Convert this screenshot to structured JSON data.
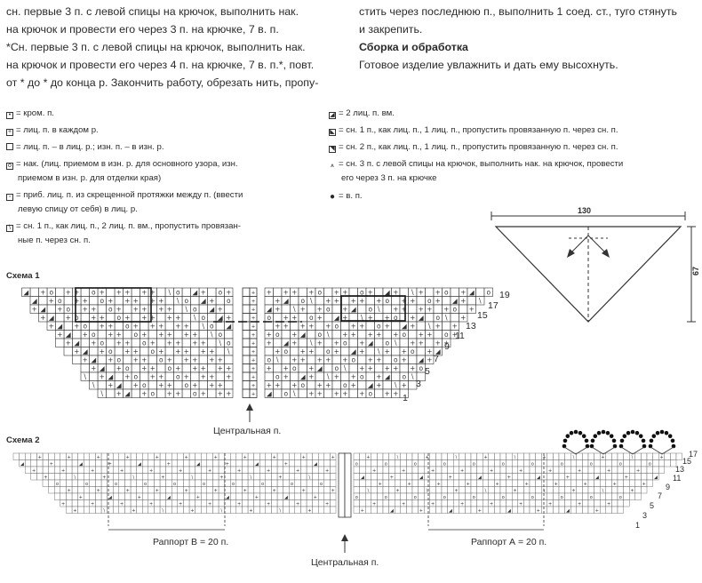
{
  "text": {
    "col1": [
      "сн. первые 3 п. с левой спицы на крючок, выполнить нак.",
      "на крючок и провести его через 3 п. на крючке, 7 в. п.",
      "*Сн. первые 3 п. с левой спицы на крючок, выполнить нак.",
      "на крючок и провести его через 4 п. на крючке, 7 в. п.*, повт.",
      "от * до * до конца р. Закончить работу, обрезать нить, пропу-"
    ],
    "col2": [
      "стить через последнюю п., выполнить 1 соед. ст., туго стянуть",
      "и закрепить."
    ],
    "heading": "Сборка и обработка",
    "assembly": "Готовое изделие увлажнить и дать ему высохнуть."
  },
  "legend": {
    "left": [
      "= кром. п.",
      "= лиц. п. в каждом р.",
      "= лиц. п. – в лиц. р.; изн. п. – в изн. р.",
      "= нак. (лиц. приемом в изн. р. для основного узора, изн.",
      "приемом в изн. р. для отделки края)",
      "= приб. лиц. п. из скрещенной протяжки между п. (ввести",
      "левую спицу от себя) в лиц. р.",
      "= сн. 1 п., как лиц. п., 2 лиц. п. вм., пропустить провязан-",
      "ные п. через сн. п."
    ],
    "right": [
      "= 2 лиц. п. вм.",
      "= сн. 1 п., как лиц. п., 1 лиц. п., пропустить провязанную п. через сн. п.",
      "= сн. 2 п., как лиц. п., 1 лиц. п., пропустить провязанную п. через сн. п.",
      "= сн. 3 п. с левой спицы на крючок, выполнить нак. на крючок, провести",
      "его через 3 п. на крючке",
      "= в. п."
    ]
  },
  "schema1": {
    "caption": "Схема 1",
    "rows": [
      "1",
      "3",
      "5",
      "7",
      "9",
      "11",
      "13",
      "15",
      "17",
      "19"
    ],
    "center_label": "Центральная п."
  },
  "schema2": {
    "caption": "Схема 2",
    "rows": [
      "1",
      "3",
      "5",
      "7",
      "9",
      "11",
      "13",
      "15",
      "17"
    ],
    "center_label": "Центральная п.",
    "rapport_b": "Раппорт В = 20 п.",
    "rapport_a": "Раппорт А = 20 п."
  },
  "shawl": {
    "width_label": "130",
    "height_label": "67"
  }
}
